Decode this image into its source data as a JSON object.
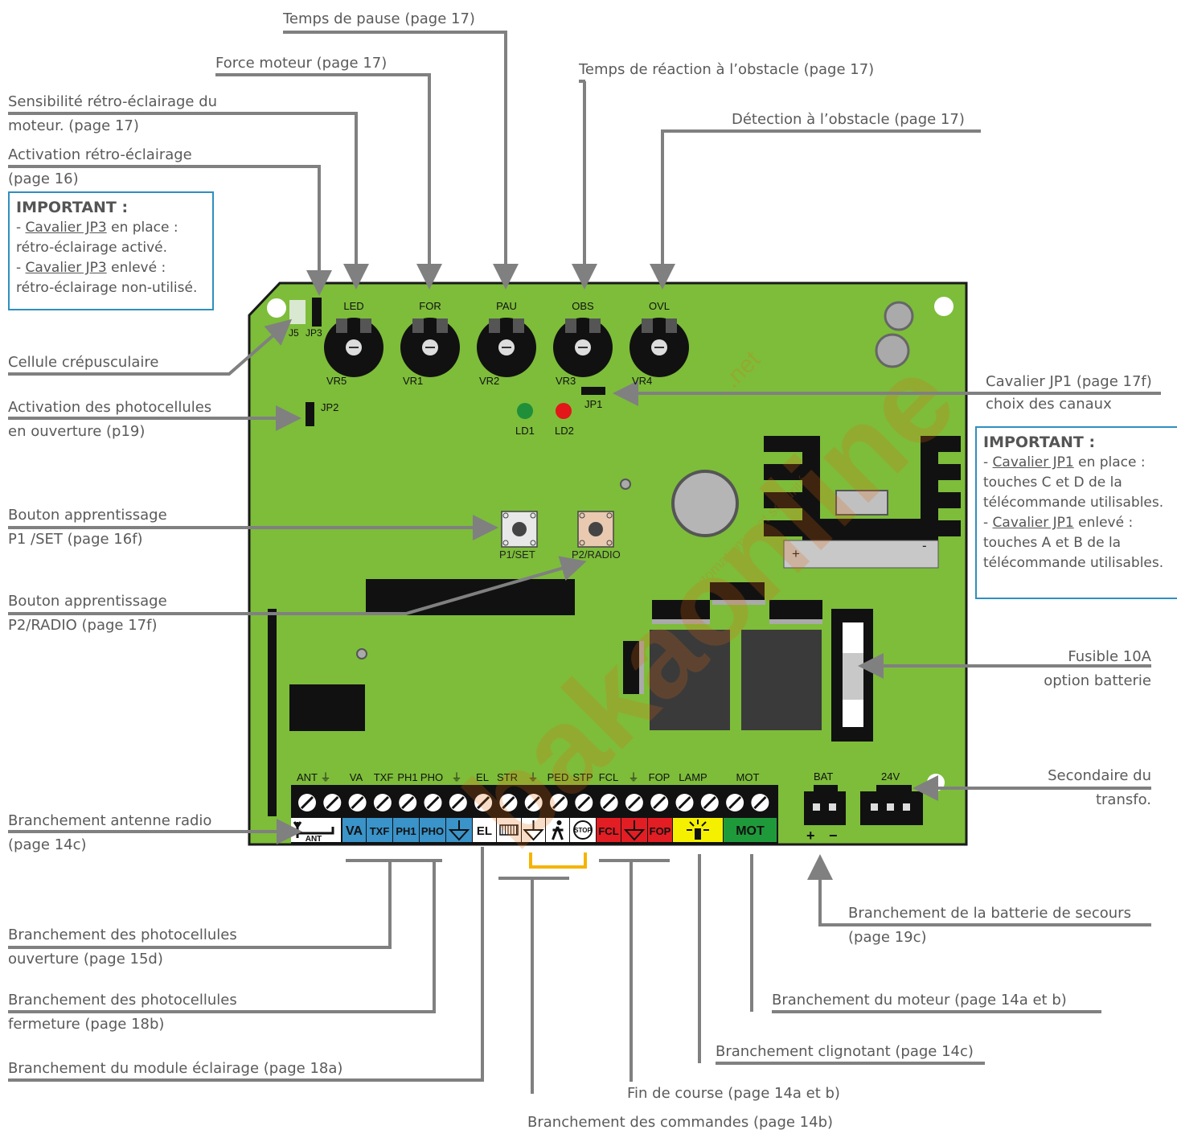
{
  "board": {
    "color": "#7dbd3a",
    "components": {
      "pot_top_labels": [
        "LED",
        "FOR",
        "PAU",
        "OBS",
        "OVL"
      ],
      "pot_bottom_labels": [
        "VR5",
        "VR1",
        "VR2",
        "VR3",
        "VR4"
      ],
      "jumpers": {
        "j5": "J5",
        "jp3": "JP3",
        "jp2": "JP2",
        "jp1": "JP1"
      },
      "leds": {
        "ld1": "LD1",
        "ld2": "LD2"
      },
      "buttons": {
        "p1": "P1/SET",
        "p2": "P2/RADIO"
      },
      "heatsink_plus": "+",
      "heatsink_minus": "-",
      "connector_bat": "BAT",
      "connector_24v": "24V",
      "bat_plus": "+",
      "bat_minus": "−"
    },
    "terminals_top": [
      "ANT",
      "⏚",
      "VA",
      "TXF",
      "PH1",
      "PHO",
      "⏚",
      "EL",
      "STR",
      "⏚",
      "PED",
      "STP",
      "FCL",
      "⏚",
      "FOP",
      "LAMP",
      "MOT"
    ],
    "terminal_strip": {
      "ant": "ANT",
      "va": "VA",
      "txf": "TXF",
      "ph1": "PH1",
      "pho": "PHO",
      "el": "EL",
      "stop": "STOP",
      "fcl": "FCL",
      "fop": "FOP",
      "mot": "MOT"
    }
  },
  "callouts": {
    "temps_pause": "Temps de pause (page 17)",
    "force_moteur": "Force moteur (page 17)",
    "temps_reaction": "Temps de réaction à l’obstacle (page 17)",
    "sens_line1": "Sensibilité rétro-éclairage du",
    "sens_line2": "moteur. (page 17)",
    "detection": "Détection à l’obstacle (page 17)",
    "activation_line1": "Activation rétro-éclairage",
    "activation_line2": "(page 16)",
    "cellule": "Cellule crépusculaire",
    "photo_ouv_line1": "Activation des photocellules",
    "photo_ouv_line2": "en ouverture (p19)",
    "cavalier_jp1_line1": "Cavalier JP1 (page 17f)",
    "cavalier_jp1_line2": "choix des canaux",
    "bouton_p1_line1": "Bouton apprentissage",
    "bouton_p1_line2": "P1 /SET (page 16f)",
    "bouton_p2_line1": "Bouton apprentissage",
    "bouton_p2_line2": "P2/RADIO (page 17f)",
    "fusible_line1": "Fusible 10A",
    "fusible_line2": "option batterie",
    "secondaire_line1": "Secondaire du",
    "secondaire_line2": "transfo.",
    "antenne_line1": "Branchement antenne radio",
    "antenne_line2": "(page 14c)",
    "batterie_line1": "Branchement de la batterie de secours",
    "batterie_line2": "(page 19c)",
    "photo_ouverture_line1": "Branchement des photocellules",
    "photo_ouverture_line2": "ouverture (page 15d)",
    "photo_fermeture_line1": "Branchement des photocellules",
    "photo_fermeture_line2": "fermeture (page 18b)",
    "moteur": "Branchement du moteur (page 14a et b)",
    "clignotant": "Branchement clignotant (page 14c)",
    "fin_course": "Fin de course (page 14a et b)",
    "module_eclairage": "Branchement du module éclairage (page 18a)",
    "commandes": "Branchement des commandes (page 14b)"
  },
  "important_jp3": {
    "title": "IMPORTANT :",
    "l1_prefix": "- ",
    "l1_link": "Cavalier JP3",
    "l1_suffix": " en place :",
    "l2": "rétro-éclairage activé.",
    "l3_prefix": "- ",
    "l3_link": "Cavalier JP3",
    "l3_suffix": " enlevé :",
    "l4": "rétro-éclairage non-utilisé."
  },
  "important_jp1": {
    "title": "IMPORTANT :",
    "l1_prefix": "- ",
    "l1_link": "Cavalier JP1",
    "l1_suffix": " en place :",
    "l2": "touches C et D de la",
    "l3": "télécommande utilisables.",
    "l4_prefix": "- ",
    "l4_link": "Cavalier JP1",
    "l4_suffix": " enlevé :",
    "l5": "touches A et B de la",
    "l6": "télécommande utilisables."
  },
  "watermark": {
    "text": "bakaonline",
    "tld": ".net",
    "tagline": "automatismes et sécurité"
  }
}
